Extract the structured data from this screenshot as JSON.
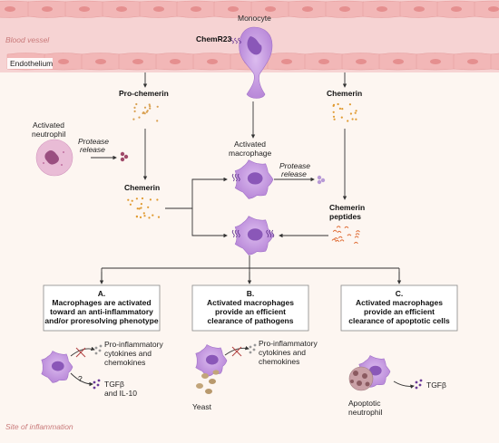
{
  "labels": {
    "blood_vessel": "Blood vessel",
    "endothelium": "Endothelium",
    "monocyte": "Monocyte",
    "chemr23": "ChemR23",
    "pro_chemerin": "Pro-chemerin",
    "chemerin_left": "Chemerin",
    "chemerin_right": "Chemerin",
    "activated_neutrophil_1": "Activated",
    "activated_neutrophil_2": "neutrophil",
    "protease_release_left_1": "Protease",
    "protease_release_left_2": "release",
    "activated_macrophage_1": "Activated",
    "activated_macrophage_2": "macrophage",
    "protease_release_right_1": "Protease",
    "protease_release_right_2": "release",
    "chemerin_peptides_1": "Chemerin",
    "chemerin_peptides_2": "peptides",
    "site_of_inflammation": "Site of inflammation"
  },
  "panels": {
    "a": {
      "heading": "A.",
      "line1": "Macrophages are activated",
      "line2": "toward an anti-inflammatory",
      "line3": "and/or proresolving phenotype",
      "out1_1": "Pro-inflammatory",
      "out1_2": "cytokines and",
      "out1_3": "chemokines",
      "question": "?",
      "out2_1": "TGFβ",
      "out2_2": "and IL-10"
    },
    "b": {
      "heading": "B.",
      "line1": "Activated macrophages",
      "line2": "provide an efficient",
      "line3": "clearance of pathogens",
      "out1_1": "Pro-inflammatory",
      "out1_2": "cytokines and",
      "out1_3": "chemokines",
      "yeast": "Yeast"
    },
    "c": {
      "heading": "C.",
      "line1": "Activated macrophages",
      "line2": "provide an efficient",
      "line3": "clearance of apoptotic cells",
      "tgfb": "TGFβ",
      "apoptotic_1": "Apoptotic",
      "apoptotic_2": "neutrophil"
    }
  },
  "colors": {
    "vessel_bg": "#f5cfcf",
    "vessel_cell": "#f2b8b8",
    "cell_purple": "#c99be0",
    "nucleus_purple": "#8a57b8",
    "tissue_bg": "#fdf6f1",
    "chemerin_dot": "#e0a040",
    "peptide": "#e0703a",
    "neutrophil": "#e3b3cf"
  }
}
